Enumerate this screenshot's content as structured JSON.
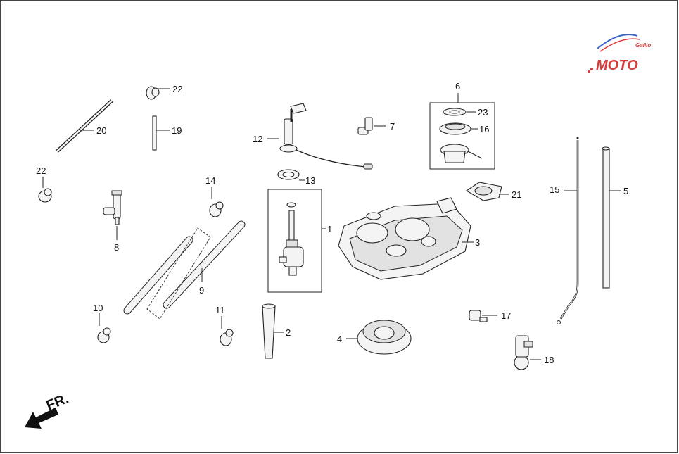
{
  "watermark": {
    "brand": "MOTO",
    "sub": "Gaiiio",
    "colors": {
      "red": "#d93a3a",
      "blue": "#3b64c8",
      "gray": "#888888"
    }
  },
  "direction_indicator": {
    "text": "FR.",
    "icon": "arrow-down-left-icon"
  },
  "callouts": [
    {
      "id": "1",
      "text": "1"
    },
    {
      "id": "2",
      "text": "2"
    },
    {
      "id": "3",
      "text": "3"
    },
    {
      "id": "4",
      "text": "4"
    },
    {
      "id": "5",
      "text": "5"
    },
    {
      "id": "6",
      "text": "6"
    },
    {
      "id": "7",
      "text": "7"
    },
    {
      "id": "8",
      "text": "8"
    },
    {
      "id": "9",
      "text": "9"
    },
    {
      "id": "10",
      "text": "10"
    },
    {
      "id": "11",
      "text": "11"
    },
    {
      "id": "12",
      "text": "12"
    },
    {
      "id": "13",
      "text": "13"
    },
    {
      "id": "14",
      "text": "14"
    },
    {
      "id": "15",
      "text": "15"
    },
    {
      "id": "16",
      "text": "16"
    },
    {
      "id": "17",
      "text": "17"
    },
    {
      "id": "18",
      "text": "18"
    },
    {
      "id": "19",
      "text": "19"
    },
    {
      "id": "20",
      "text": "20"
    },
    {
      "id": "21",
      "text": "21"
    },
    {
      "id": "22a",
      "text": "22"
    },
    {
      "id": "22b",
      "text": "22"
    },
    {
      "id": "23",
      "text": "23"
    }
  ]
}
